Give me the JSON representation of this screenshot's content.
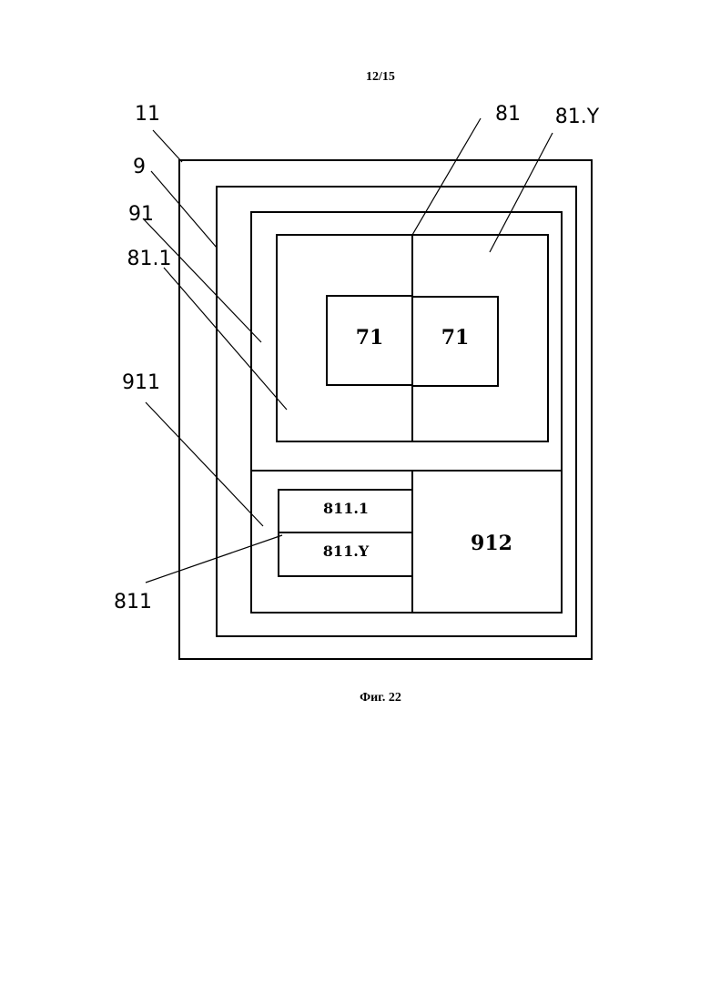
{
  "page": {
    "number": "12/15",
    "caption": "Фиг. 22"
  },
  "callouts": {
    "c11": "11",
    "c9": "9",
    "c91": "91",
    "c81_1": "81.1",
    "c911": "911",
    "c811": "811",
    "c81": "81",
    "c81_Y": "81.Y"
  },
  "boxes": {
    "b71_left": "71",
    "b71_right": "71",
    "b811_1": "811.1",
    "b811_Y": "811.Y",
    "b912": "912"
  }
}
